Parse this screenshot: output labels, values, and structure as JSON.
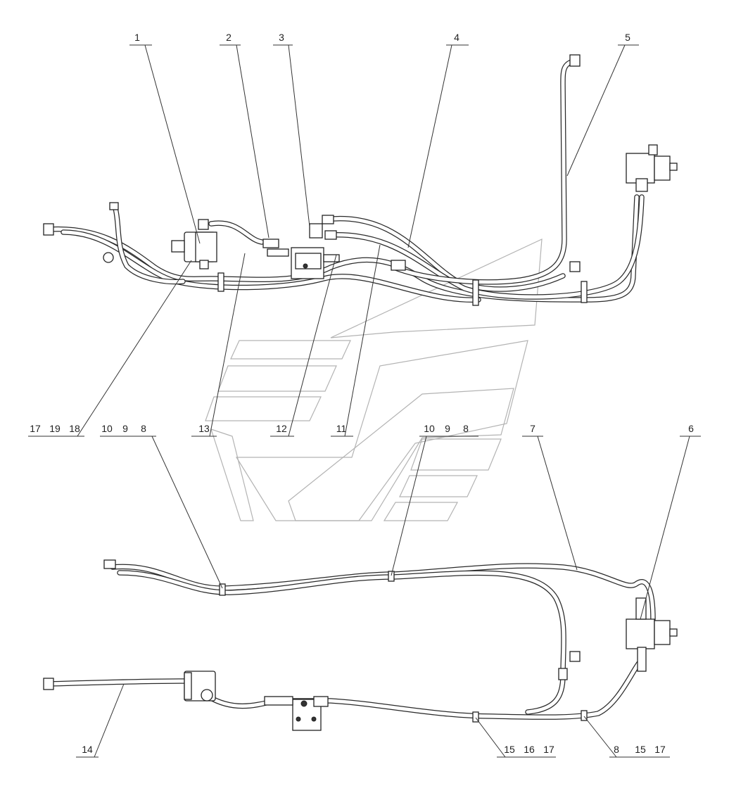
{
  "callouts": {
    "c1": "1",
    "c2": "2",
    "c3": "3",
    "c4": "4",
    "c5": "5",
    "c6": "6",
    "c7": "7",
    "c11": "11",
    "c12": "12",
    "c13": "13",
    "c14": "14",
    "g17_19_18": [
      "17",
      "19",
      "18"
    ],
    "g10_9_8_left": [
      "10",
      "9",
      "8"
    ],
    "g10_9_8_mid": [
      "10",
      "9",
      "8"
    ],
    "g15_16_17": [
      "15",
      "16",
      "17"
    ],
    "g8_15_17": [
      "8",
      "15",
      "17"
    ]
  }
}
